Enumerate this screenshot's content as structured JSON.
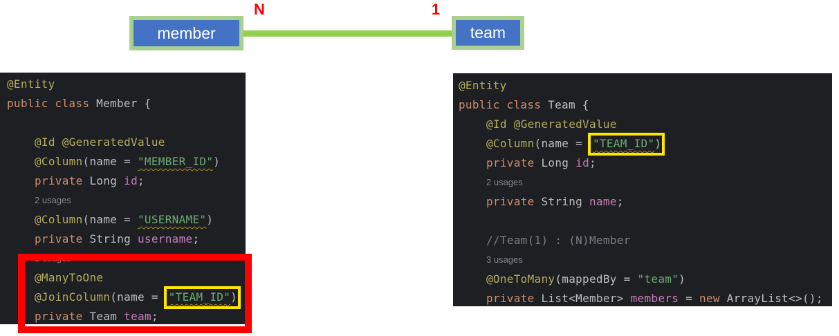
{
  "diagram": {
    "member_label": "member",
    "team_label": "team",
    "n_label": "N",
    "one_label": "1",
    "colors": {
      "box_fill": "#4472C4",
      "box_border": "#A9D08E",
      "relation_line": "#92D050",
      "cardinality_text": "#FF0000"
    }
  },
  "editor": {
    "background": "#1E1F22",
    "token_colors": {
      "annotation": "#B3AE60",
      "keyword": "#CF8E6D",
      "plain": "#BCBEC4",
      "field": "#C77DBB",
      "string": "#6AAB73",
      "comment": "#7A7E85",
      "inlay": "#83878E"
    },
    "panels": [
      {
        "name": "member-entity-code",
        "lines": [
          {
            "tokens": [
              {
                "t": "annotation",
                "v": "@Entity"
              }
            ]
          },
          {
            "tokens": [
              {
                "t": "keyword",
                "v": "public class "
              },
              {
                "t": "plain",
                "v": "Member {"
              }
            ]
          },
          {
            "type": "blank"
          },
          {
            "indent": 1,
            "tokens": [
              {
                "t": "annotation",
                "v": "@Id @GeneratedValue"
              }
            ]
          },
          {
            "indent": 1,
            "tokens": [
              {
                "t": "annotation",
                "v": "@Column"
              },
              {
                "t": "plain",
                "v": "(name = "
              },
              {
                "t": "string",
                "v": "\"MEMBER_ID\"",
                "wavy": true
              },
              {
                "t": "plain",
                "v": ")"
              }
            ]
          },
          {
            "indent": 1,
            "tokens": [
              {
                "t": "keyword",
                "v": "private "
              },
              {
                "t": "plain",
                "v": "Long "
              },
              {
                "t": "field",
                "v": "id"
              },
              {
                "t": "plain",
                "v": ";"
              }
            ]
          },
          {
            "indent": 1,
            "type": "inlay",
            "v": "2 usages"
          },
          {
            "indent": 1,
            "tokens": [
              {
                "t": "annotation",
                "v": "@Column"
              },
              {
                "t": "plain",
                "v": "(name = "
              },
              {
                "t": "string",
                "v": "\"USERNAME\"",
                "wavy": true
              },
              {
                "t": "plain",
                "v": ")"
              }
            ]
          },
          {
            "indent": 1,
            "tokens": [
              {
                "t": "keyword",
                "v": "private "
              },
              {
                "t": "plain",
                "v": "String "
              },
              {
                "t": "field",
                "v": "username"
              },
              {
                "t": "plain",
                "v": ";"
              }
            ]
          },
          {
            "indent": 1,
            "type": "inlay",
            "v": "2 usages"
          },
          {
            "indent": 1,
            "tokens": [
              {
                "t": "annotation",
                "v": "@ManyToOne"
              }
            ]
          },
          {
            "indent": 1,
            "tokens": [
              {
                "t": "annotation",
                "v": "@JoinColumn"
              },
              {
                "t": "plain",
                "v": "(name = "
              },
              {
                "t": "string",
                "v": "\"TEAM_ID\"",
                "wavy": true,
                "box": true
              },
              {
                "t": "plain",
                "v": ")",
                "box": true
              }
            ]
          },
          {
            "indent": 1,
            "tokens": [
              {
                "t": "keyword",
                "v": "private "
              },
              {
                "t": "plain",
                "v": "Team "
              },
              {
                "t": "field",
                "v": "team"
              },
              {
                "t": "plain",
                "v": ";"
              }
            ]
          }
        ]
      },
      {
        "name": "team-entity-code",
        "lines": [
          {
            "tokens": [
              {
                "t": "annotation",
                "v": "@Entity"
              }
            ]
          },
          {
            "tokens": [
              {
                "t": "keyword",
                "v": "public class "
              },
              {
                "t": "plain",
                "v": "Team {"
              }
            ]
          },
          {
            "indent": 1,
            "tokens": [
              {
                "t": "annotation",
                "v": "@Id @GeneratedValue"
              }
            ]
          },
          {
            "indent": 1,
            "tokens": [
              {
                "t": "annotation",
                "v": "@Column"
              },
              {
                "t": "plain",
                "v": "(name = "
              },
              {
                "t": "string",
                "v": "\"TEAM_ID\"",
                "wavy": true,
                "box": true
              },
              {
                "t": "plain",
                "v": ")",
                "box": true
              }
            ]
          },
          {
            "indent": 1,
            "tokens": [
              {
                "t": "keyword",
                "v": "private "
              },
              {
                "t": "plain",
                "v": "Long "
              },
              {
                "t": "field",
                "v": "id"
              },
              {
                "t": "plain",
                "v": ";"
              }
            ]
          },
          {
            "indent": 1,
            "type": "inlay",
            "v": "2 usages"
          },
          {
            "indent": 1,
            "tokens": [
              {
                "t": "keyword",
                "v": "private "
              },
              {
                "t": "plain",
                "v": "String "
              },
              {
                "t": "field",
                "v": "name"
              },
              {
                "t": "plain",
                "v": ";"
              }
            ]
          },
          {
            "type": "blank"
          },
          {
            "indent": 1,
            "tokens": [
              {
                "t": "comment",
                "v": "//Team(1) : (N)Member"
              }
            ]
          },
          {
            "indent": 1,
            "type": "inlay",
            "v": "3 usages"
          },
          {
            "indent": 1,
            "tokens": [
              {
                "t": "annotation",
                "v": "@OneToMany"
              },
              {
                "t": "plain",
                "v": "(mappedBy = "
              },
              {
                "t": "string",
                "v": "\"team\""
              },
              {
                "t": "plain",
                "v": ")"
              }
            ]
          },
          {
            "indent": 1,
            "tokens": [
              {
                "t": "keyword",
                "v": "private "
              },
              {
                "t": "plain",
                "v": "List<Member> "
              },
              {
                "t": "field",
                "v": "members"
              },
              {
                "t": "plain",
                "v": " = "
              },
              {
                "t": "keyword",
                "v": "new "
              },
              {
                "t": "plain",
                "v": "ArrayList<>();"
              }
            ]
          }
        ]
      }
    ]
  },
  "highlights": {
    "red_box_color": "#FF0000",
    "yellow_box_color": "#FFE500"
  }
}
